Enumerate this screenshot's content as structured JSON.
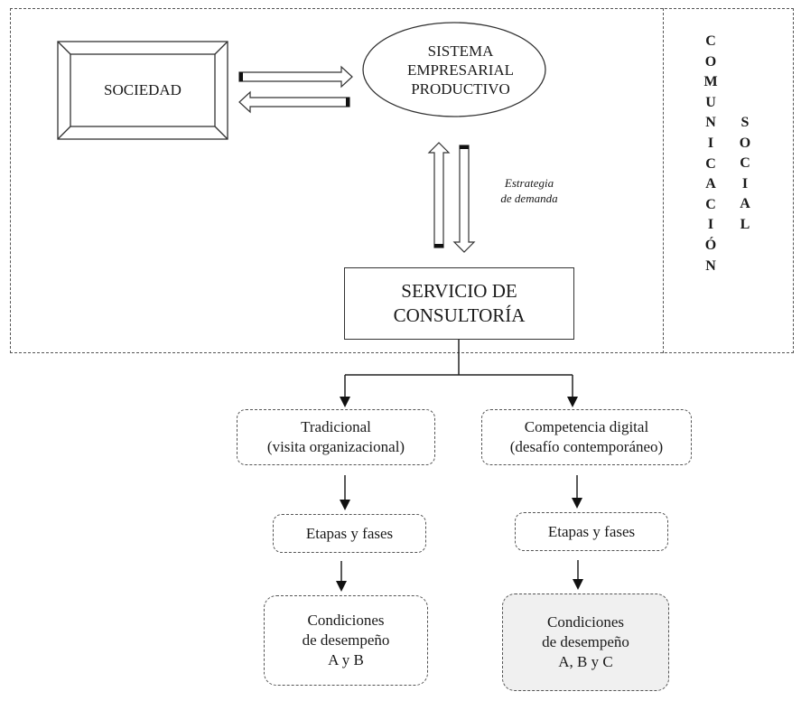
{
  "diagram": {
    "nodes": {
      "sociedad": "SOCIEDAD",
      "sistema_empresarial": [
        "SISTEMA",
        "EMPRESARIAL",
        "PRODUCTIVO"
      ],
      "servicio_consultoria": [
        "SERVICIO DE",
        "CONSULTORÍA"
      ],
      "tradicional": [
        "Tradicional",
        "(visita organizacional)"
      ],
      "competencia_digital": [
        "Competencia digital",
        "(desafío contemporáneo)"
      ],
      "etapas_left": "Etapas y fases",
      "etapas_right": "Etapas y fases",
      "condiciones_left": [
        "Condiciones",
        "de desempeño",
        "A y B"
      ],
      "condiciones_right": [
        "Condiciones",
        "de desempeño",
        "A, B y C"
      ]
    },
    "edge_labels": {
      "estrategia": [
        "Estrategia",
        "de demanda"
      ]
    },
    "side_label": {
      "column1": [
        "C",
        "O",
        "M",
        "U",
        "N",
        "I",
        "C",
        "A",
        "C",
        "I",
        "Ó",
        "N"
      ],
      "column2": [
        "S",
        "O",
        "C",
        "I",
        "A",
        "L"
      ]
    },
    "colors": {
      "highlight_fill": "#f0f0f0",
      "line": "#333333"
    }
  }
}
